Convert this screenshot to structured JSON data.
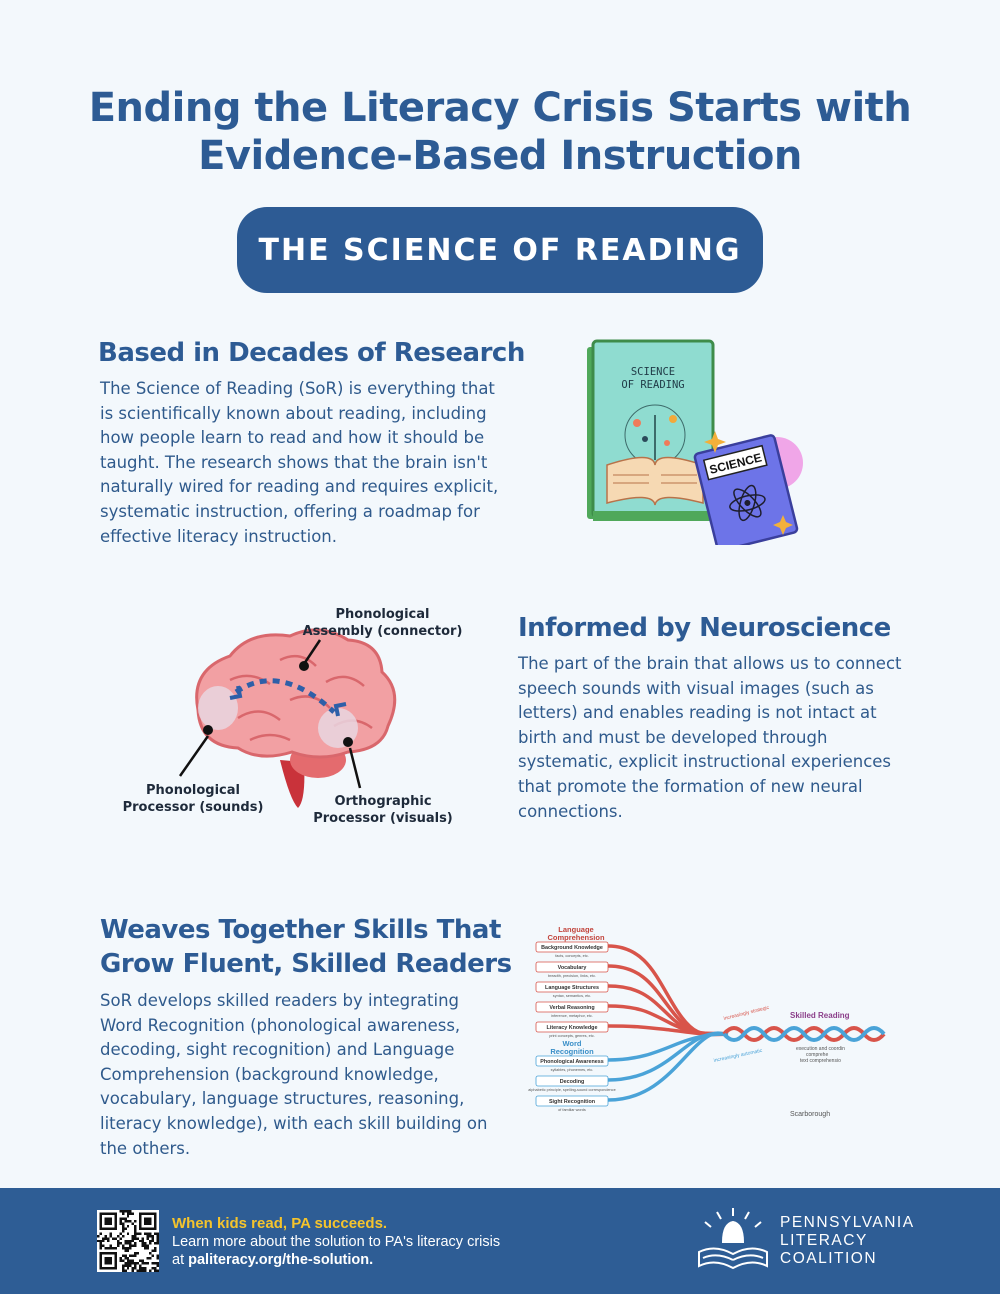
{
  "title": {
    "line1": "Ending the Literacy Crisis Starts with",
    "line2": "Evidence-Based Instruction"
  },
  "badge": "THE SCIENCE OF READING",
  "section1": {
    "heading": "Based in Decades of Research",
    "body": "The Science of Reading (SoR) is everything that is scientifically known about reading, including how people learn to read and how it should be taught. The research shows that the brain isn't naturally wired for reading and requires explicit, systematic instruction, offering a roadmap for effective literacy instruction.",
    "book_title": [
      "SCIENCE",
      "OF READING"
    ],
    "book2_label": "SCIENCE"
  },
  "section2": {
    "heading": "Informed by Neuroscience",
    "body": "The part of the brain that allows us to connect speech sounds with visual images (such as letters) and enables reading is not intact at birth and must be developed through systematic, explicit instructional experiences that promote the formation of new neural connections.",
    "labels": {
      "assembly": [
        "Phonological",
        "Assembly (connector)"
      ],
      "phonological": "Phonological Processor (sounds)",
      "orthographic": "Orthographic Processor (visuals)"
    }
  },
  "section3": {
    "heading": "Weaves Together Skills That Grow Fluent, Skilled Readers",
    "body": "SoR develops skilled readers by integrating Word Recognition (phonological awareness, decoding, sight recognition) and Language Comprehension (background knowledge, vocabulary, language structures, reasoning, literacy knowledge), with each skill building on the others.",
    "rope": {
      "lang_title": [
        "Language",
        "Comprehension"
      ],
      "lang_items": [
        {
          "label": "Background Knowledge",
          "sub": "facts, concepts, etc."
        },
        {
          "label": "Vocabulary",
          "sub": "breadth, precision, links, etc."
        },
        {
          "label": "Language Structures",
          "sub": "syntax, semantics, etc."
        },
        {
          "label": "Verbal Reasoning",
          "sub": "inference, metaphor, etc."
        },
        {
          "label": "Literacy Knowledge",
          "sub": "print concepts, genres, etc."
        }
      ],
      "word_title": [
        "Word",
        "Recognition"
      ],
      "word_items": [
        {
          "label": "Phonological Awareness",
          "sub": "syllables, phonemes, etc."
        },
        {
          "label": "Decoding",
          "sub": "alphabetic principle, spelling-sound correspondence"
        },
        {
          "label": "Sight Recognition",
          "sub": "of familiar words"
        }
      ],
      "strategic": "increasingly strategic",
      "automatic": "increasingly automatic",
      "skilled": "Skilled Reading",
      "skilled_sub": [
        "execution and coordin",
        "comprehe",
        "text comprehensio"
      ],
      "credit": "Scarborough"
    }
  },
  "footer": {
    "tagline": "When kids read, PA succeeds.",
    "learn_prefix": "Learn more about the solution to PA's literacy crisis at ",
    "link": "paliteracy.org/the-solution.",
    "org": [
      "PENNSYLVANIA",
      "LITERACY",
      "COALITION"
    ]
  },
  "colors": {
    "brand_blue": "#2d5b94",
    "background": "#f3f8fc",
    "tagline_yellow": "#f5c42c",
    "rope_red": "#d8544a",
    "rope_blue": "#4aa3d8"
  }
}
